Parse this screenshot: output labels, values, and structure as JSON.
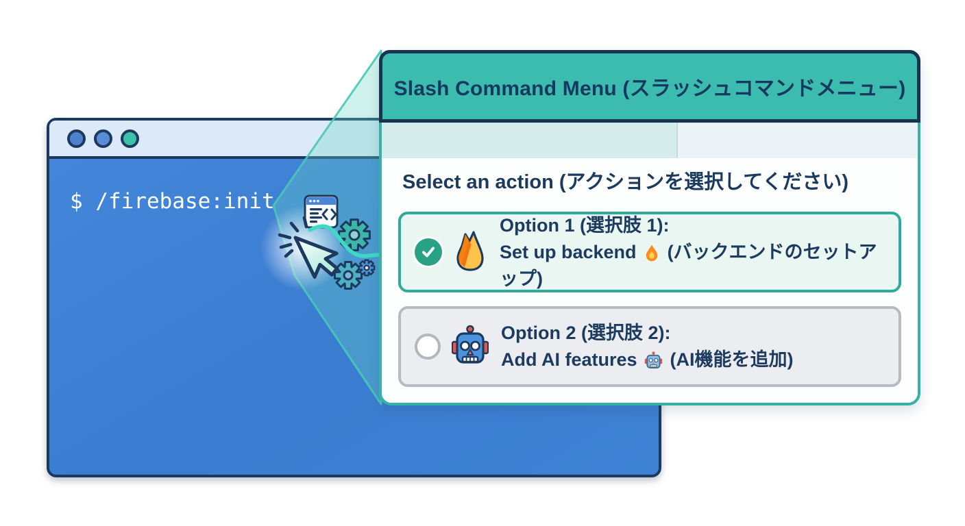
{
  "terminal": {
    "prompt": "$ /firebase:init",
    "traffic_light_colors": [
      "#4d82cc",
      "#578dd6",
      "#3cc2a6"
    ]
  },
  "popup": {
    "title": "Slash Command Menu (スラッシュコマンドメニュー)",
    "heading": "Select an action (アクションを選択してください)",
    "options": [
      {
        "state": "selected",
        "icon": "firebase-flame-icon",
        "line1": "Option 1 (選択肢 1):",
        "line2_pre": "Set up backend ",
        "line2_icon": "fire-emoji",
        "line2_post": " (バックエンドのセットアップ)"
      },
      {
        "state": "unselected",
        "icon": "robot-icon",
        "line1": "Option 2 (選択肢 2):",
        "line2_pre": "Add AI features ",
        "line2_icon": "robot-emoji",
        "line2_post": " (AI機能を追加)"
      }
    ]
  },
  "colors": {
    "accent_teal": "#3bbcaf",
    "navy_outline": "#16334f",
    "terminal_blue": "#3a82d2",
    "titlebar_blue": "#dce9f8",
    "selected_bg": "#e9f6f2",
    "selected_border": "#2fa99b",
    "unselected_bg": "#ebedf0",
    "unselected_border": "#b7bac1",
    "check_green": "#27a285",
    "text_navy": "#1c3b5e",
    "arrow_teal": "#3edac5"
  }
}
